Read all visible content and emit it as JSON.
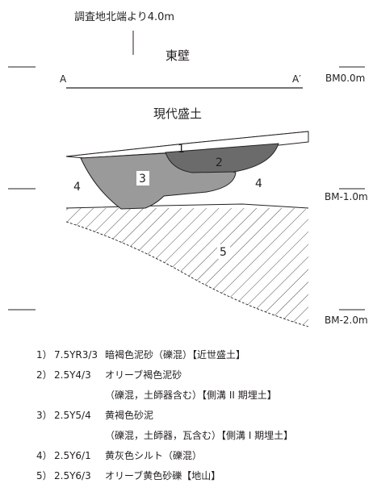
{
  "header": {
    "reference_note": "調査地北端より4.0m",
    "wall_name": "東壁"
  },
  "section": {
    "left_label": "A",
    "right_label": "A′",
    "topsoil_label": "現代盛土"
  },
  "elevations": {
    "bm0": "BM0.0m",
    "bm_minus1": "BM-1.0m",
    "bm_minus2": "BM-2.0m"
  },
  "layers": {
    "l1": "1",
    "l2": "2",
    "l3": "3",
    "l4_left": "4",
    "l4_right": "4",
    "l5": "5"
  },
  "legend": [
    {
      "num": "1）",
      "munsell": "7.5YR3/3",
      "desc": "暗褐色泥砂（礫混）【近世盛土】",
      "cont": ""
    },
    {
      "num": "2）",
      "munsell": "2.5Y4/3",
      "desc": "オリーブ褐色泥砂",
      "cont": "（礫混，土師器含む）【側溝 II 期埋土】"
    },
    {
      "num": "3）",
      "munsell": "2.5Y5/4",
      "desc": "黄褐色砂泥",
      "cont": "（礫混，土師器，瓦含む）【側溝 I 期埋土】"
    },
    {
      "num": "4）",
      "munsell": "2.5Y6/1",
      "desc": "黄灰色シルト（礫混）",
      "cont": ""
    },
    {
      "num": "5）",
      "munsell": "2.5Y6/3",
      "desc": "オリーブ黄色砂礫【地山】",
      "cont": ""
    }
  ],
  "colors": {
    "ink": "#231f20",
    "layer2_fill": "#6b6b6b",
    "layer3_fill": "#9a9a9a"
  }
}
